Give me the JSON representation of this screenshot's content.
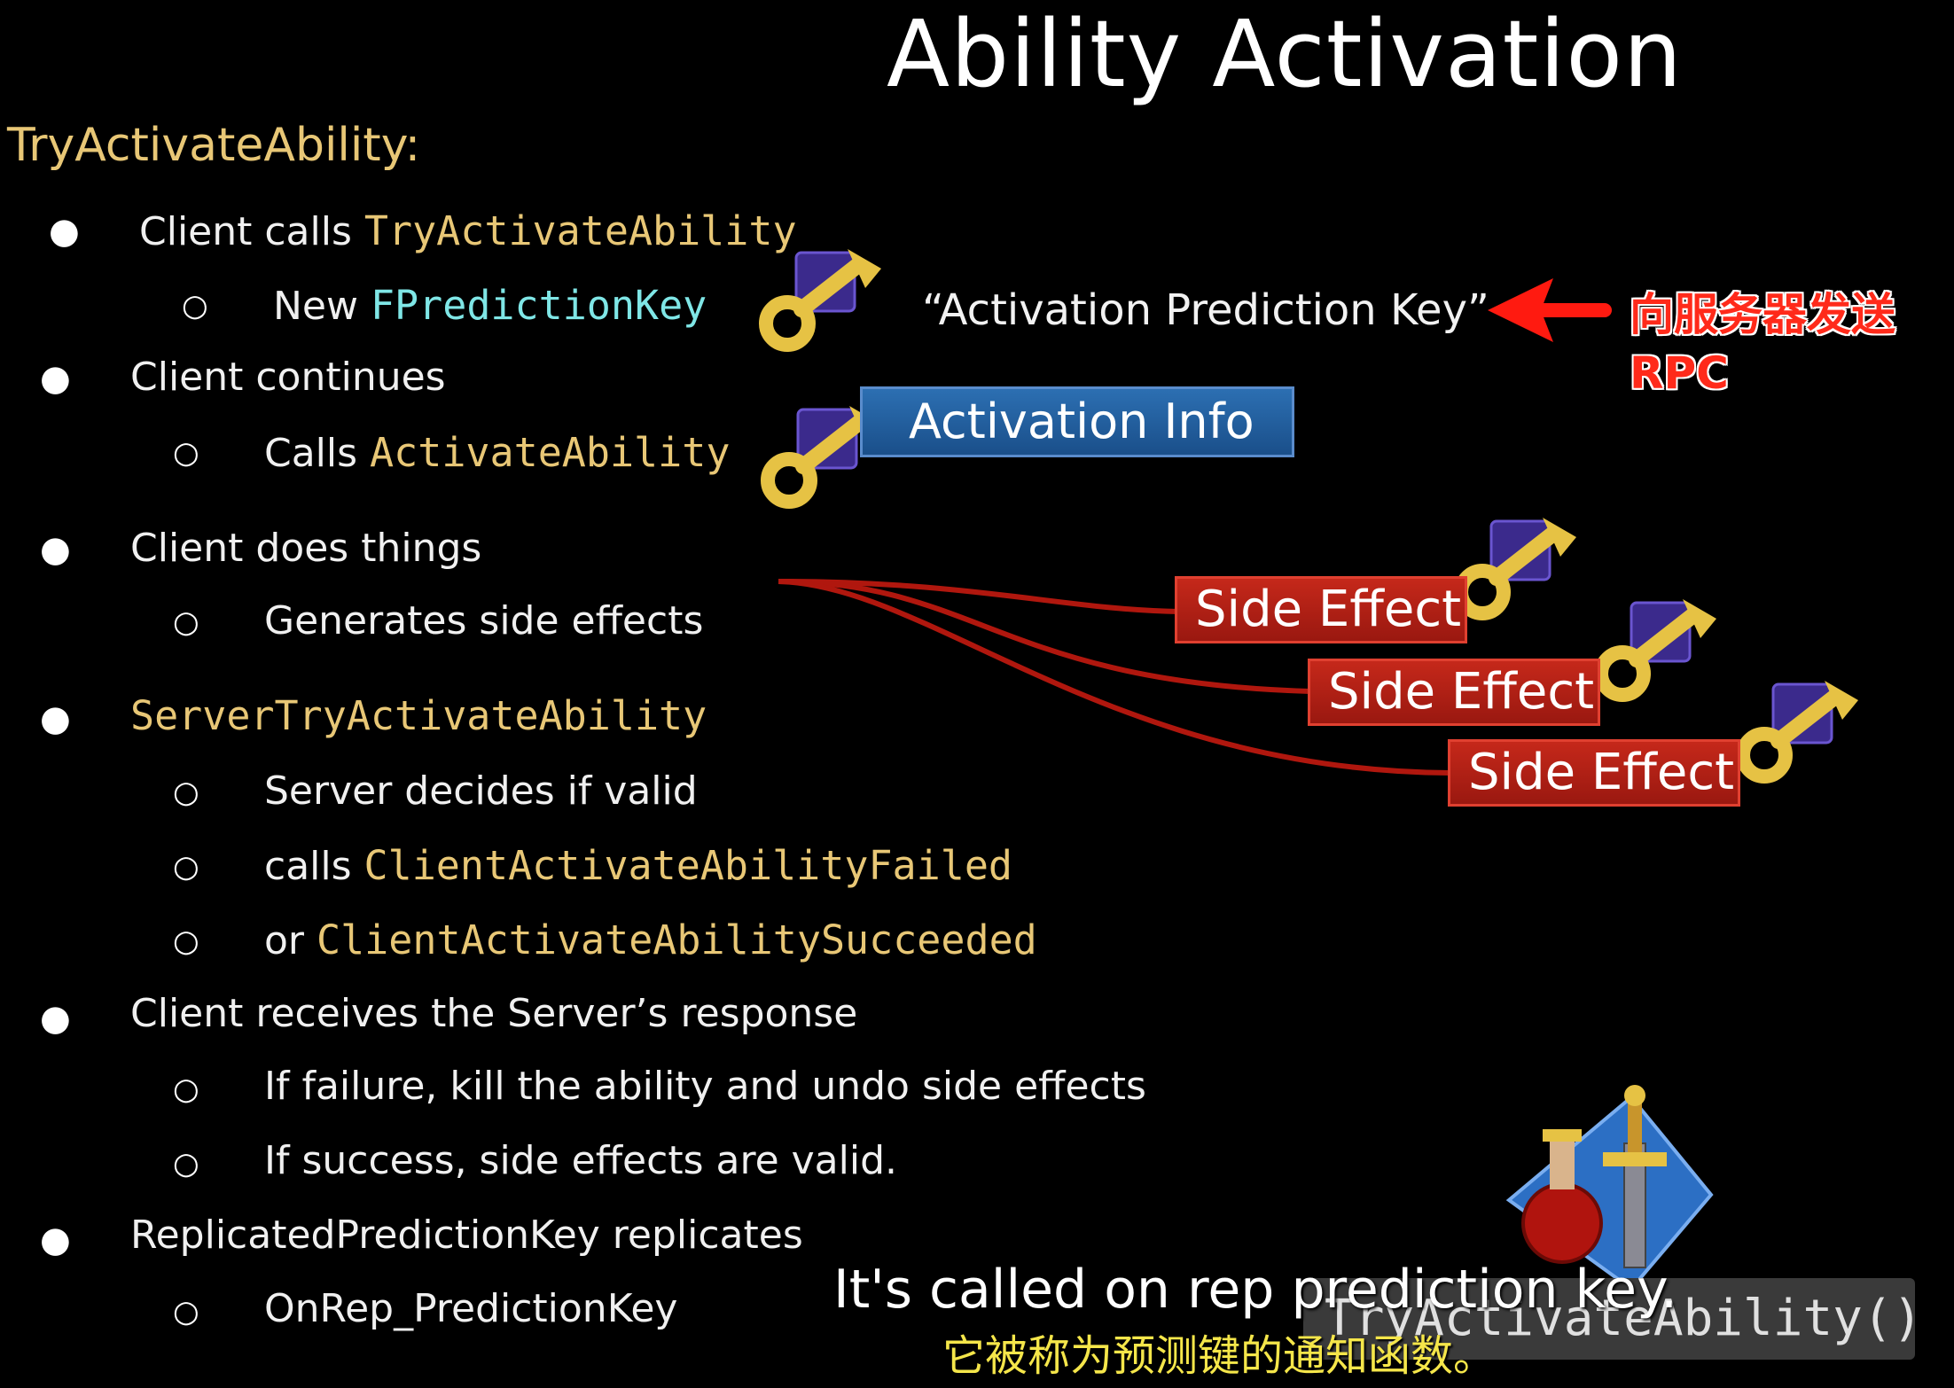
{
  "title": "Ability Activation",
  "section": "TryActivateAbility:",
  "items": [
    {
      "prefix": "Client calls ",
      "code": "TryActivateAbility"
    },
    {
      "prefix": "New ",
      "code": "FPredictionKey"
    },
    {
      "prefix": "Client continues"
    },
    {
      "prefix": "Calls ",
      "code": "ActivateAbility"
    },
    {
      "prefix": "Client does things"
    },
    {
      "prefix": "Generates side effects"
    },
    {
      "code": "ServerTryActivateAbility"
    },
    {
      "prefix": "Server decides if valid"
    },
    {
      "prefix": "calls ",
      "code": "ClientActivateAbilityFailed"
    },
    {
      "prefix": "or ",
      "code": "ClientActivateAbilitySucceeded"
    },
    {
      "prefix": "Client receives the Server’s response"
    },
    {
      "prefix": "If failure, kill the ability and undo side effects"
    },
    {
      "prefix": "If success, side effects are valid."
    },
    {
      "prefix": "ReplicatedPredictionKey replicates"
    },
    {
      "prefix": "OnRep_PredictionKey"
    }
  ],
  "diagram": {
    "key_label": "“Activation Prediction Key”",
    "annotation": "向服务器发送RPC",
    "activation_info": "Activation Info",
    "side_effect": "Side Effect"
  },
  "code_box": "TryActivateAbility()",
  "subtitle_en": "It's called on rep prediction key.",
  "subtitle_cn": "它被称为预测键的通知函数。",
  "colors": {
    "code": "#e8c776",
    "code_alt": "#7fe6e6",
    "accent_red": "#ff2a1a",
    "box_blue": "#2c6fb2",
    "box_red": "#c5281a",
    "key_gold": "#e6c244",
    "key_purple": "#3b2a8c"
  }
}
